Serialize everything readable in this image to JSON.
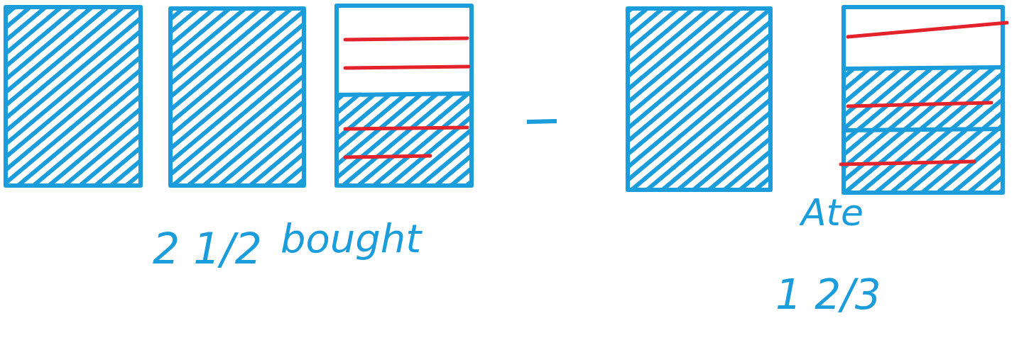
{
  "diagram": {
    "labels": [
      "2 1/2",
      "bought",
      "Ate",
      "1 2/3"
    ]
  }
}
